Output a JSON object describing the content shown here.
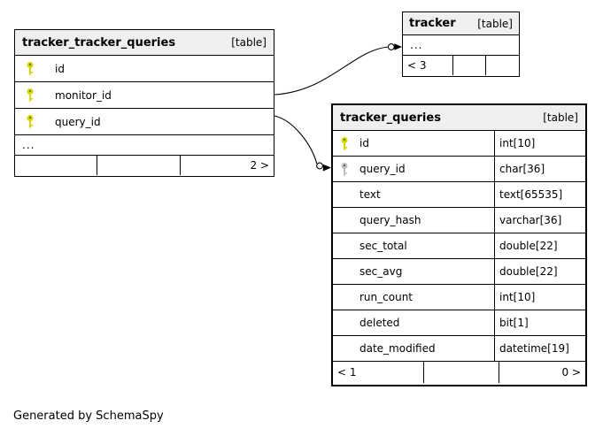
{
  "diagram": {
    "note": "Generated by SchemaSpy",
    "colors": {
      "header_bg": "#efefef",
      "key_primary": "#d6d600",
      "key_foreign": "#bdbdbd",
      "border": "#000000"
    },
    "tables": {
      "ttq": {
        "title": "tracker_tracker_queries",
        "badge": "[table]",
        "columns": [
          {
            "name": "id",
            "key": "primary"
          },
          {
            "name": "monitor_id",
            "key": "primary"
          },
          {
            "name": "query_id",
            "key": "primary"
          }
        ],
        "ellipsis": "...",
        "footer": {
          "cells": [
            "",
            "",
            "2 >"
          ]
        }
      },
      "tracker": {
        "title": "tracker",
        "badge": "[table]",
        "ellipsis": "...",
        "footer": {
          "cells": [
            "< 3",
            "",
            ""
          ]
        }
      },
      "tq": {
        "title": "tracker_queries",
        "badge": "[table]",
        "columns": [
          {
            "name": "id",
            "type": "int[10]",
            "key": "primary"
          },
          {
            "name": "query_id",
            "type": "char[36]",
            "key": "foreign"
          },
          {
            "name": "text",
            "type": "text[65535]",
            "key": ""
          },
          {
            "name": "query_hash",
            "type": "varchar[36]",
            "key": ""
          },
          {
            "name": "sec_total",
            "type": "double[22]",
            "key": ""
          },
          {
            "name": "sec_avg",
            "type": "double[22]",
            "key": ""
          },
          {
            "name": "run_count",
            "type": "int[10]",
            "key": ""
          },
          {
            "name": "deleted",
            "type": "bit[1]",
            "key": ""
          },
          {
            "name": "date_modified",
            "type": "datetime[19]",
            "key": ""
          }
        ],
        "footer": {
          "cells": [
            "< 1",
            "",
            "0 >"
          ]
        }
      }
    }
  }
}
